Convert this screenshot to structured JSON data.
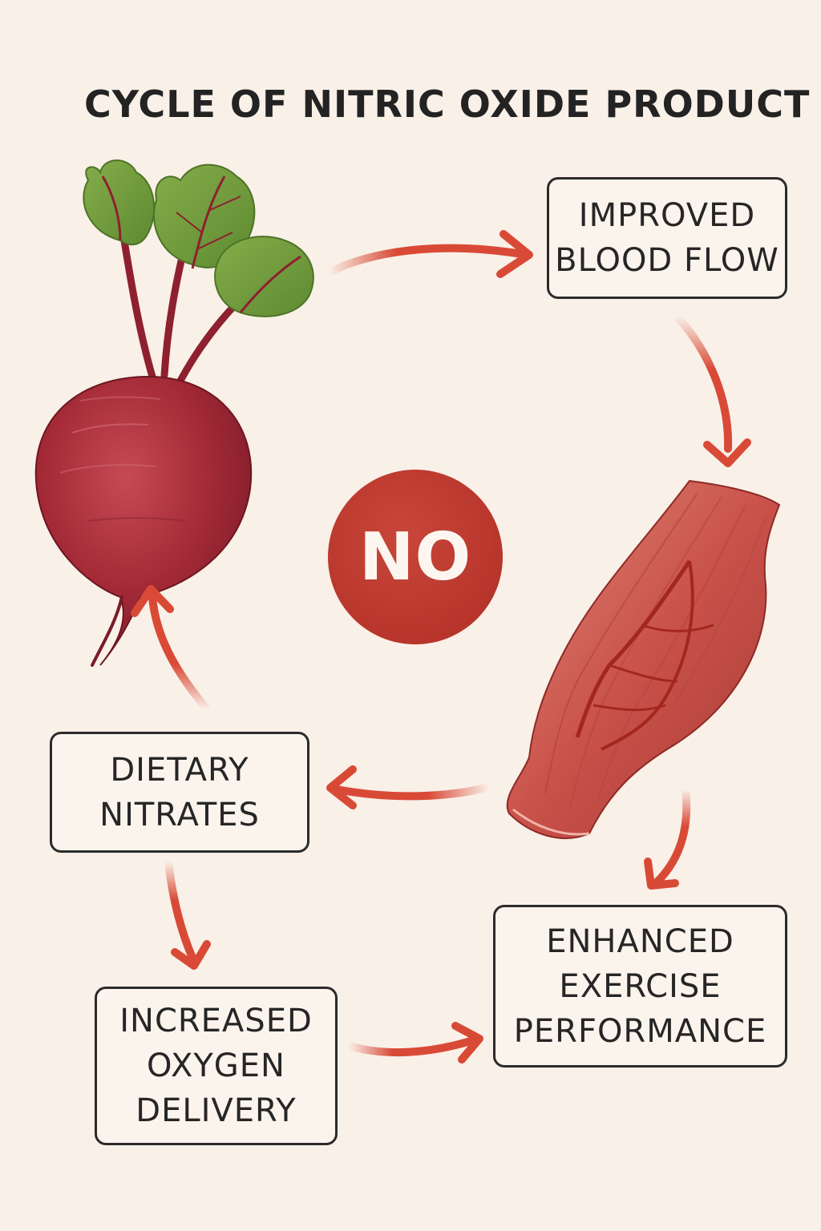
{
  "title": "CYCLE OF NITRIC OXIDE PRODUCT",
  "center_label": "NO",
  "boxes": {
    "blood_flow": [
      "IMPROVED",
      "BLOOD FLOW"
    ],
    "dietary_nitrates": [
      "DIETARY",
      "NITRATES"
    ],
    "oxygen_delivery": [
      "INCREASED",
      "OXYGEN",
      "DELIVERY"
    ],
    "exercise_performance": [
      "ENHANCED",
      "EXERCISE",
      "PERFORMANCE"
    ]
  },
  "colors": {
    "background": "#f9f0e8",
    "arrow": "#d94a36",
    "beet": "#a32a36",
    "leaf": "#6f9a3c",
    "muscle": "#c9524a",
    "no_circle": "#b8352b",
    "text": "#262626"
  },
  "icons": [
    "beetroot-illustration",
    "muscle-illustration"
  ]
}
